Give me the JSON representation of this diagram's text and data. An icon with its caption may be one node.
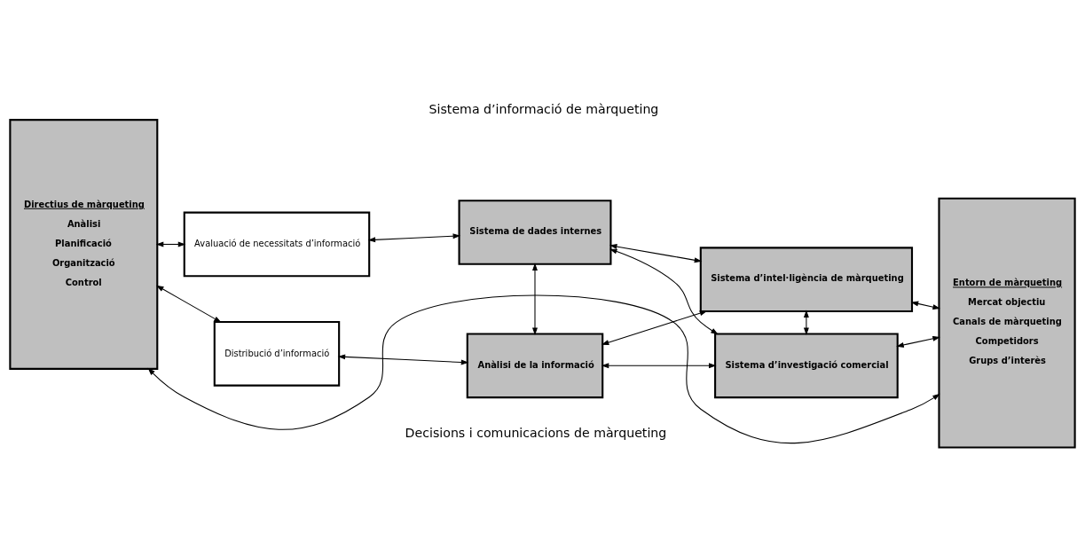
{
  "diagram": {
    "title": "Sistema d’informació de màrqueting",
    "caption": "Decisions i comunicacions de màrqueting",
    "nodes": [
      {
        "text": [
          "Directius de màrqueting",
          "Anàlisi",
          "Planificació",
          "Organització",
          "Control"
        ]
      },
      {
        "text": [
          "Avaluació de necessitats d’informació"
        ]
      },
      {
        "text": [
          "Sistema de dades internes"
        ]
      },
      {
        "text": [
          "Sistema d’intel·ligència de màrqueting"
        ]
      },
      {
        "text": [
          "Entorn de màrqueting",
          "Mercat objectiu",
          "Canals de màrqueting",
          "Competidors",
          "Grups d’interès"
        ]
      },
      {
        "text": [
          "Distribució d’informació"
        ]
      },
      {
        "text": [
          "Anàlisi de la informació"
        ]
      },
      {
        "text": [
          "Sistema d’investigació comercial"
        ]
      }
    ],
    "edges": [
      {
        "from": 0,
        "to": 1,
        "arrow": "both"
      },
      {
        "from": 1,
        "to": 2,
        "arrow": "both"
      },
      {
        "from": 2,
        "to": 3,
        "arrow": "both"
      },
      {
        "from": 3,
        "to": 4,
        "arrow": "both"
      },
      {
        "from": 2,
        "to": 6,
        "arrow": "both"
      },
      {
        "from": 2,
        "to": 7,
        "arrow": "both"
      },
      {
        "from": 3,
        "to": 6,
        "arrow": "both"
      },
      {
        "from": 3,
        "to": 7,
        "arrow": "both"
      },
      {
        "from": 0,
        "to": 5,
        "arrow": "both"
      },
      {
        "from": 5,
        "to": 6,
        "arrow": "both"
      },
      {
        "from": 6,
        "to": 7,
        "arrow": "both"
      },
      {
        "from": 7,
        "to": 4,
        "arrow": "both"
      },
      {
        "from": 0,
        "to": 4,
        "arrow": "both"
      }
    ]
  }
}
